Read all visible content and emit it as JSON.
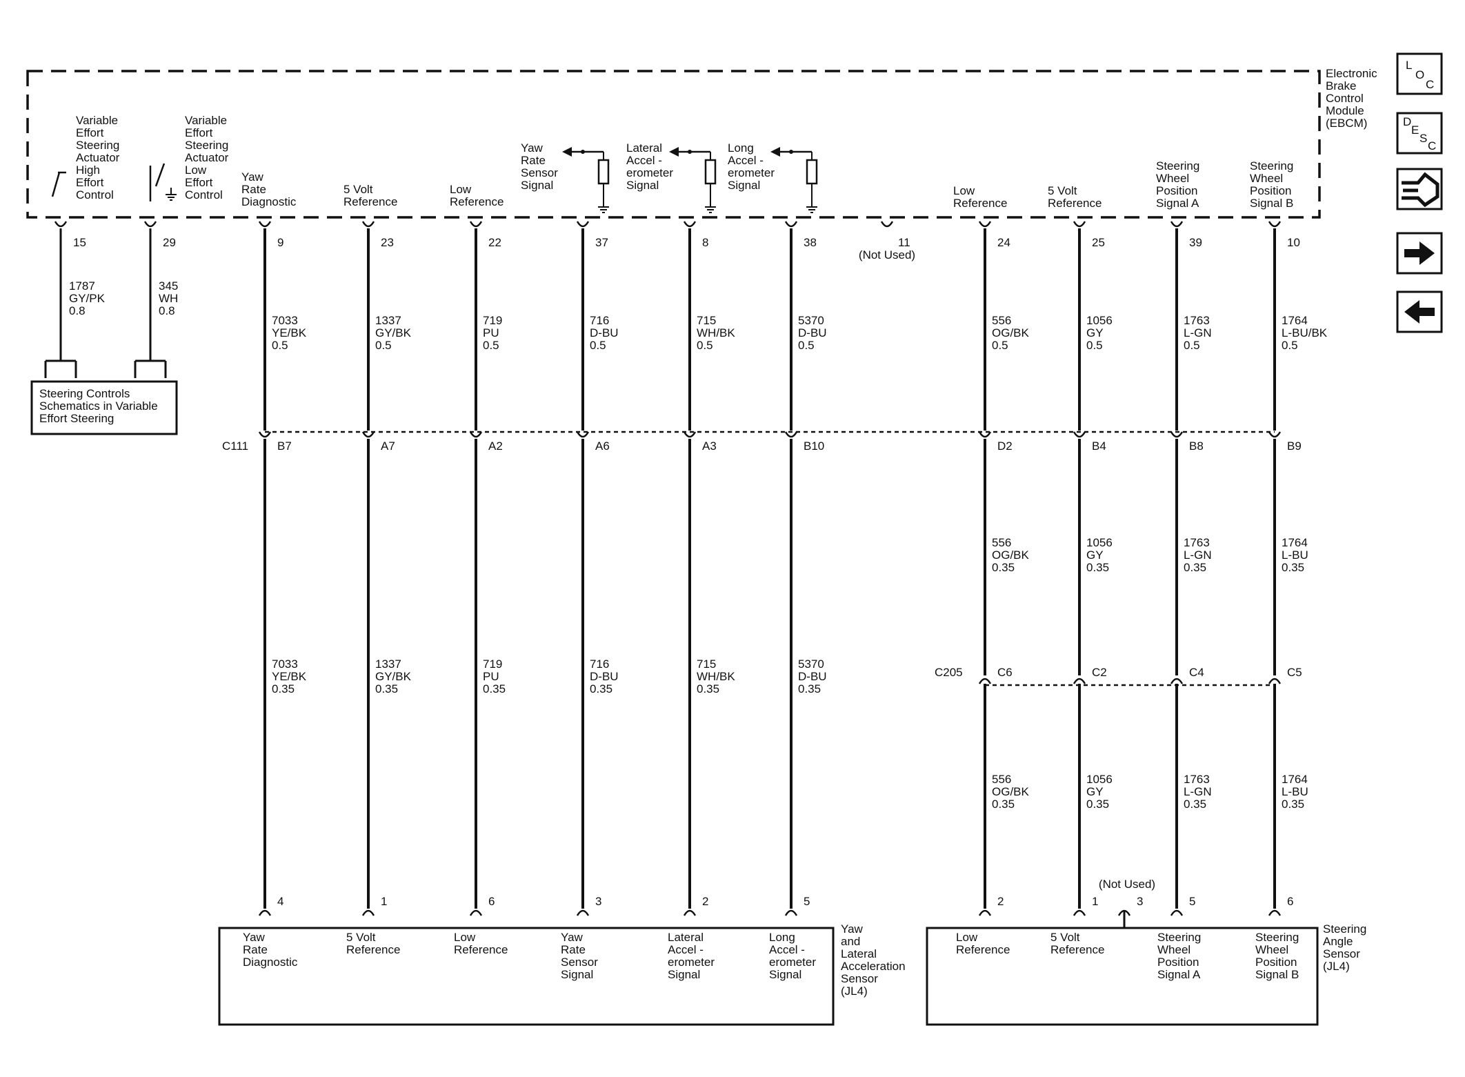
{
  "ebcm": {
    "name": [
      "Electronic",
      "Brake",
      "Control",
      "Module",
      "(EBCM)"
    ]
  },
  "side_buttons": [
    {
      "name": "loc-button",
      "icon": "loc-icon",
      "letters": [
        "L",
        "O",
        "C"
      ]
    },
    {
      "name": "desc-button",
      "icon": "desc-icon",
      "letters": [
        "D",
        "E",
        "S",
        "C"
      ]
    },
    {
      "name": "connector-view-button",
      "icon": "connector-icon",
      "letters": []
    },
    {
      "name": "next-button",
      "icon": "arrow-right-icon",
      "letters": []
    },
    {
      "name": "previous-button",
      "icon": "arrow-left-icon",
      "letters": []
    }
  ],
  "actuators": [
    {
      "pin": "15",
      "circuit": "1787",
      "color": "GY/PK",
      "gauge": "0.8",
      "label": [
        "Variable",
        "Effort",
        "Steering",
        "Actuator",
        "High",
        "Effort",
        "Control"
      ]
    },
    {
      "pin": "29",
      "circuit": "345",
      "color": "WH",
      "gauge": "0.8",
      "label": [
        "Variable",
        "Effort",
        "Steering",
        "Actuator",
        "Low",
        "Effort",
        "Control"
      ]
    }
  ],
  "steering_box": [
    "Steering Controls",
    "Schematics in Variable",
    "Effort Steering"
  ],
  "connectors": {
    "c111": "C111",
    "c205": "C205"
  },
  "not_used": "(Not Used)",
  "yaw_circuits": [
    {
      "label": [
        "Yaw",
        "Rate",
        "Diagnostic"
      ],
      "pin": "9",
      "wire1": [
        "7033",
        "YE/BK",
        "0.5"
      ],
      "c111": "B7",
      "wire2": [
        "7033",
        "YE/BK",
        "0.35"
      ],
      "sensor_pin": "4",
      "sensor_label": [
        "Yaw",
        "Rate",
        "Diagnostic"
      ]
    },
    {
      "label": [
        "5 Volt",
        "Reference"
      ],
      "pin": "23",
      "wire1": [
        "1337",
        "GY/BK",
        "0.5"
      ],
      "c111": "A7",
      "wire2": [
        "1337",
        "GY/BK",
        "0.35"
      ],
      "sensor_pin": "1",
      "sensor_label": [
        "5 Volt",
        "Reference"
      ]
    },
    {
      "label": [
        "Low",
        "Reference"
      ],
      "pin": "22",
      "wire1": [
        "719",
        "PU",
        "0.5"
      ],
      "c111": "A2",
      "wire2": [
        "719",
        "PU",
        "0.35"
      ],
      "sensor_pin": "6",
      "sensor_label": [
        "Low",
        "Reference"
      ]
    },
    {
      "label": [
        "Yaw",
        "Rate",
        "Sensor",
        "Signal"
      ],
      "pin": "37",
      "wire1": [
        "716",
        "D-BU",
        "0.5"
      ],
      "c111": "A6",
      "wire2": [
        "716",
        "D-BU",
        "0.35"
      ],
      "sensor_pin": "3",
      "sensor_label": [
        "Yaw",
        "Rate",
        "Sensor",
        "Signal"
      ]
    },
    {
      "label": [
        "Lateral",
        "Accel -",
        "erometer",
        "Signal"
      ],
      "pin": "8",
      "wire1": [
        "715",
        "WH/BK",
        "0.5"
      ],
      "c111": "A3",
      "wire2": [
        "715",
        "WH/BK",
        "0.35"
      ],
      "sensor_pin": "2",
      "sensor_label": [
        "Lateral",
        "Accel -",
        "erometer",
        "Signal"
      ]
    },
    {
      "label": [
        "Long",
        "Accel -",
        "erometer",
        "Signal"
      ],
      "pin": "38",
      "wire1": [
        "5370",
        "D-BU",
        "0.5"
      ],
      "c111": "B10",
      "wire2": [
        "5370",
        "D-BU",
        "0.35"
      ],
      "sensor_pin": "5",
      "sensor_label": [
        "Long",
        "Accel -",
        "erometer",
        "Signal"
      ]
    }
  ],
  "unused_pin": "11",
  "steer_circuits": [
    {
      "label": [
        "Low",
        "Reference"
      ],
      "pin": "24",
      "wire1": [
        "556",
        "OG/BK",
        "0.5"
      ],
      "c111": "D2",
      "wire2": [
        "556",
        "OG/BK",
        "0.35"
      ],
      "c205": "C6",
      "wire3": [
        "556",
        "OG/BK",
        "0.35"
      ],
      "sensor_pin": "2",
      "sensor_label": [
        "Low",
        "Reference"
      ]
    },
    {
      "label": [
        "5 Volt",
        "Reference"
      ],
      "pin": "25",
      "wire1": [
        "1056",
        "GY",
        "0.5"
      ],
      "c111": "B4",
      "wire2": [
        "1056",
        "GY",
        "0.35"
      ],
      "c205": "C2",
      "wire3": [
        "1056",
        "GY",
        "0.35"
      ],
      "sensor_pin": "1",
      "sensor_label": [
        "5 Volt",
        "Reference"
      ]
    },
    {
      "label": [
        "Steering",
        "Wheel",
        "Position",
        "Signal A"
      ],
      "pin": "39",
      "wire1": [
        "1763",
        "L-GN",
        "0.5"
      ],
      "c111": "B8",
      "wire2": [
        "1763",
        "L-GN",
        "0.35"
      ],
      "c205": "C4",
      "wire3": [
        "1763",
        "L-GN",
        "0.35"
      ],
      "sensor_pin": "5",
      "sensor_label": [
        "Steering",
        "Wheel",
        "Position",
        "Signal A"
      ]
    },
    {
      "label": [
        "Steering",
        "Wheel",
        "Position",
        "Signal B"
      ],
      "pin": "10",
      "wire1": [
        "1764",
        "L-BU/BK",
        "0.5"
      ],
      "c111": "B9",
      "wire2": [
        "1764",
        "L-BU",
        "0.35"
      ],
      "c205": "C5",
      "wire3": [
        "1764",
        "L-BU",
        "0.35"
      ],
      "sensor_pin": "6",
      "sensor_label": [
        "Steering",
        "Wheel",
        "Position",
        "Signal B"
      ]
    }
  ],
  "angle_sensor_unused_pin": "3",
  "yaw_sensor_name": [
    "Yaw",
    "and",
    "Lateral",
    "Acceleration",
    "Sensor",
    "(JL4)"
  ],
  "angle_sensor_name": [
    "Steering",
    "Angle",
    "Sensor",
    "(JL4)"
  ]
}
